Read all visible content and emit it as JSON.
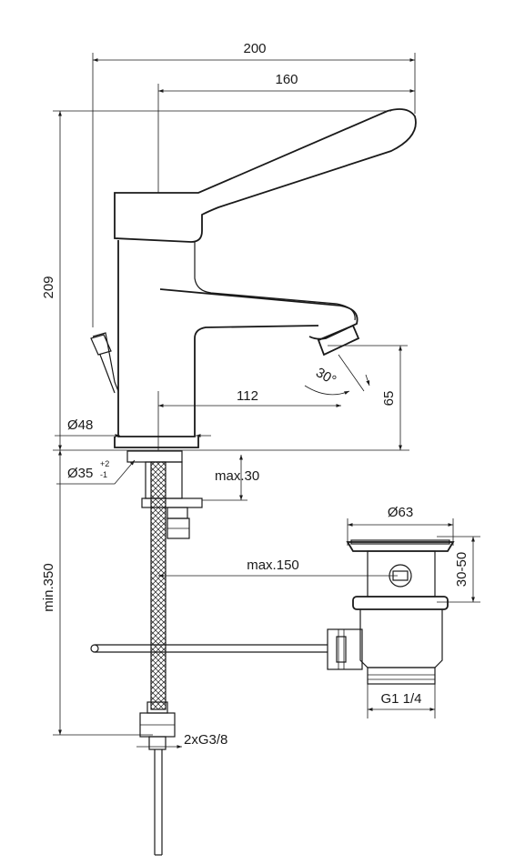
{
  "dimensions": {
    "overall_width": "200",
    "spout_reach": "160",
    "overall_height": "209",
    "outlet_reach": "112",
    "outlet_height": "65",
    "outlet_angle": "30°",
    "base_diameter": "Ø48",
    "hole_diameter": "Ø35",
    "hole_tol_upper": "+2",
    "hole_tol_lower": "-1",
    "max_thickness": "max.30",
    "max_waste_length": "max.150",
    "min_height": "min.350",
    "waste_diameter": "Ø63",
    "waste_flange_range": "30-50",
    "waste_thread": "G1 1/4",
    "hose_thread": "2xG3/8"
  },
  "colors": {
    "line": "#1a1a1a",
    "background": "#ffffff"
  }
}
